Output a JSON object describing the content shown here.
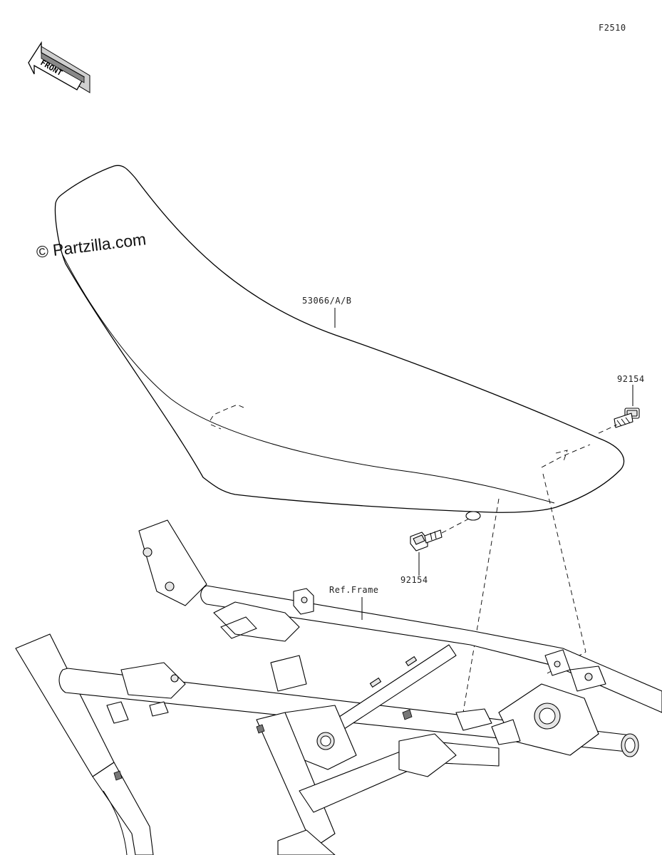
{
  "figure_code": "F2510",
  "front_arrow": {
    "label": "FRONT",
    "icon": "front-direction-arrow-icon"
  },
  "watermark": "© Partzilla.com",
  "callouts": [
    {
      "id": "seat",
      "text": "53066/A/B"
    },
    {
      "id": "bolt_rear",
      "text": "92154"
    },
    {
      "id": "bolt_front",
      "text": "92154"
    },
    {
      "id": "frame",
      "text": "Ref.Frame"
    }
  ]
}
